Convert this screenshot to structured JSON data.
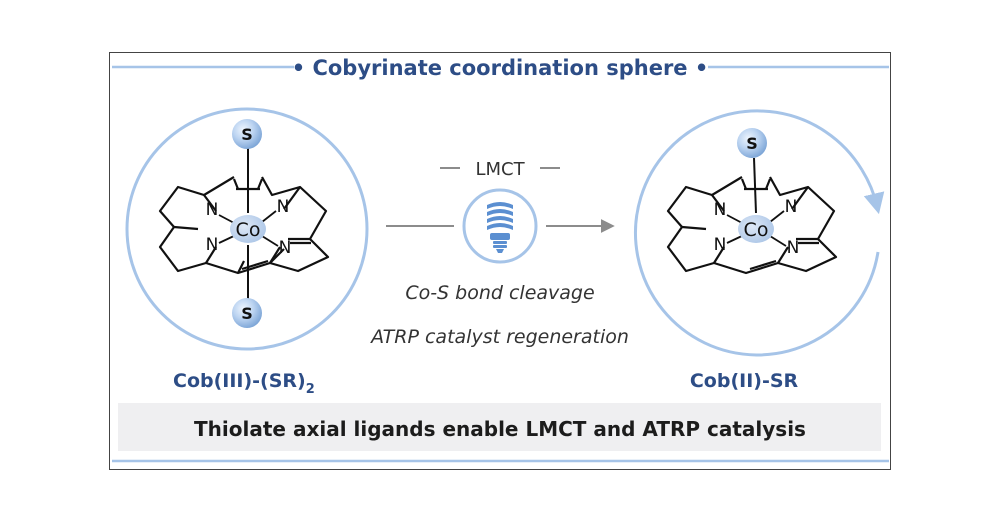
{
  "header": {
    "title": "• Cobyrinate coordination sphere •"
  },
  "left_complex": {
    "label_main": "Cob(III)-(SR)",
    "label_subscript": "2",
    "metal": "Co",
    "nitrogen": "N",
    "axial_top": "S",
    "axial_bottom": "S"
  },
  "right_complex": {
    "label": "Cob(II)-SR",
    "metal": "Co",
    "nitrogen": "N",
    "axial_top": "S"
  },
  "process": {
    "lmct_label": "LMCT",
    "cleavage_text": "Co-S bond cleavage",
    "regeneration_text": "ATRP catalyst regeneration",
    "lamp_icon": "lightbulb-icon"
  },
  "footer": {
    "caption": "Thiolate axial ligands enable LMCT and ATRP catalysis"
  },
  "colors": {
    "blue_dark": "#2d4d86",
    "blue_light": "#a6c4e8",
    "caption_bg": "#efeff1",
    "gray_arrow": "#8c8c8c",
    "sphere_light": "#d7e6f8",
    "sphere_dark": "#6f9bd1"
  }
}
